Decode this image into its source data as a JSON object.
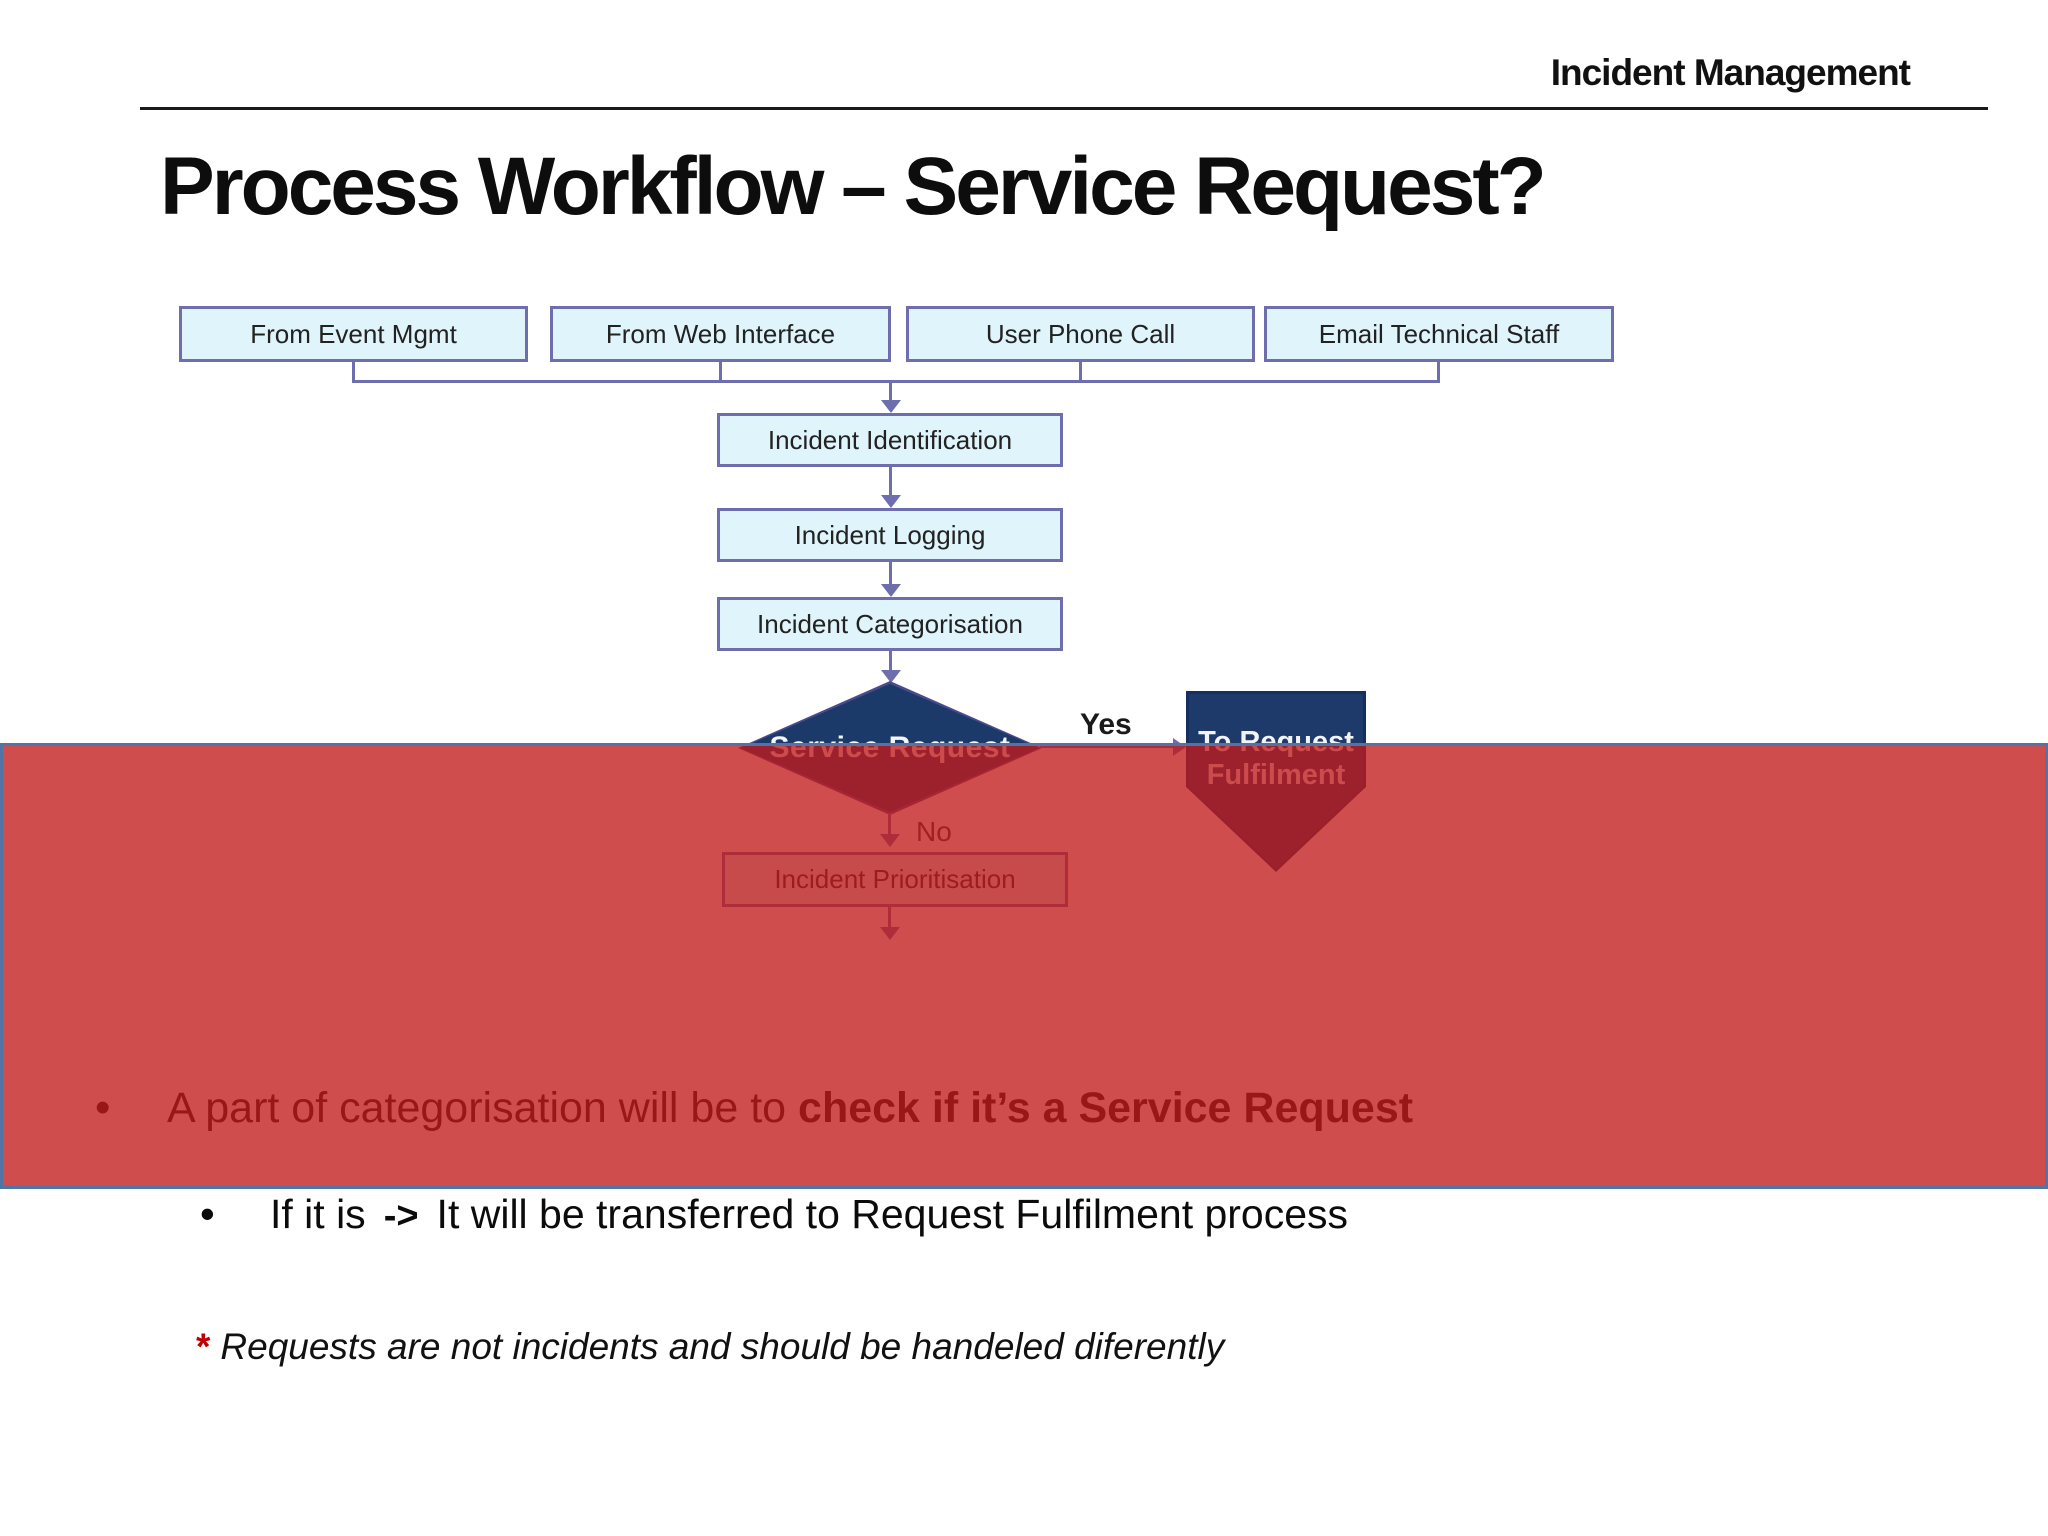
{
  "header": {
    "title": "Incident Management"
  },
  "slide": {
    "title": "Process Workflow – Service Request?"
  },
  "flowchart": {
    "sources": [
      "From Event Mgmt",
      "From Web Interface",
      "User Phone Call",
      "Email Technical Staff"
    ],
    "steps": [
      "Incident Identification",
      "Incident Logging",
      "Incident Categorisation"
    ],
    "decision": "Service Request",
    "yes_label": "Yes",
    "no_label": "No",
    "offpage": "To Request\nFulfilment",
    "prioritisation": "Incident Prioritisation"
  },
  "bullets": {
    "bullet_char": "•",
    "b1_regular": "A part of categorisation will be to ",
    "b1_bold": "check if it’s a Service Request",
    "b2_part1": "If it is",
    "b2_arrow": "->",
    "b2_part2": "It will be transferred to Request Fulfilment process"
  },
  "footnote": {
    "star": "*",
    "text": "Requests are not incidents and should be handeled diferently"
  },
  "colors": {
    "overlay_red": "#c11b1b",
    "overlay_border_blue": "#4f74a5",
    "box_fill": "#e0f4fb",
    "box_border_purple": "#6e6eae",
    "shape_navy": "#1e3a6b",
    "footnote_star_red": "#c00000"
  }
}
